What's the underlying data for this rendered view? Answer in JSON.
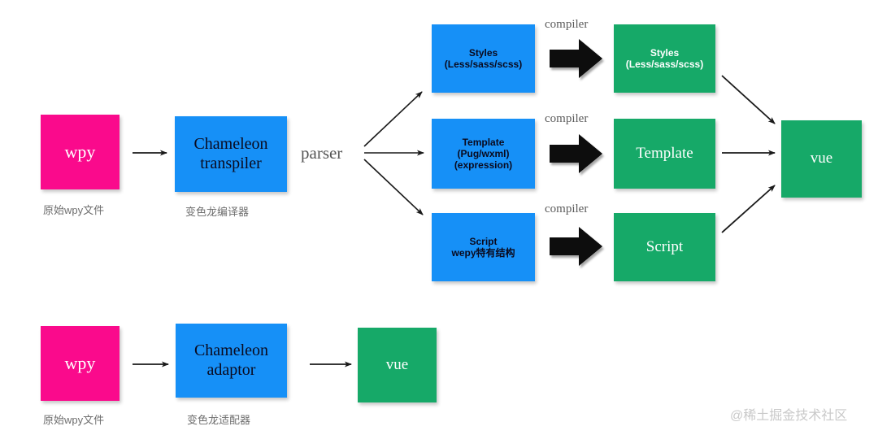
{
  "diagram": {
    "title": "wpy to vue conversion flow",
    "watermark": "@稀土掘金技术社区",
    "colors": {
      "pink": "#fa0a8c",
      "blue": "#1690f7",
      "green": "#16a968",
      "arrow": "#1a1a1a",
      "caption": "#6e6e6e",
      "watermark": "#c9c9c9"
    },
    "top_flow": {
      "source_box": {
        "label": "wpy",
        "caption": "原始wpy文件",
        "color": "pink"
      },
      "transpiler_box": {
        "line1": "Chameleon",
        "line2": "transpiler",
        "caption": "变色龙编译器",
        "color": "blue"
      },
      "parser_label": "parser",
      "branches": [
        {
          "input": {
            "line1": "Styles",
            "line2": "(Less/sass/scss)",
            "line3": "",
            "color": "blue"
          },
          "compiler_label": "compiler",
          "output": {
            "line1": "Styles",
            "line2": "(Less/sass/scss)",
            "color": "green"
          }
        },
        {
          "input": {
            "line1": "Template",
            "line2": "(Pug/wxml)",
            "line3": "(expression)",
            "color": "blue"
          },
          "compiler_label": "compiler",
          "output": {
            "line1": "Template",
            "line2": "",
            "color": "green"
          }
        },
        {
          "input": {
            "line1": "Script",
            "line2": "wepy特有结构",
            "line3": "",
            "color": "blue"
          },
          "compiler_label": "compiler",
          "output": {
            "line1": "Script",
            "line2": "",
            "color": "green"
          }
        }
      ],
      "result_box": {
        "label": "vue",
        "color": "green"
      }
    },
    "bottom_flow": {
      "source_box": {
        "label": "wpy",
        "caption": "原始wpy文件",
        "color": "pink"
      },
      "adaptor_box": {
        "line1": "Chameleon",
        "line2": "adaptor",
        "caption": "变色龙适配器",
        "color": "blue"
      },
      "result_box": {
        "label": "vue",
        "color": "green"
      }
    }
  }
}
